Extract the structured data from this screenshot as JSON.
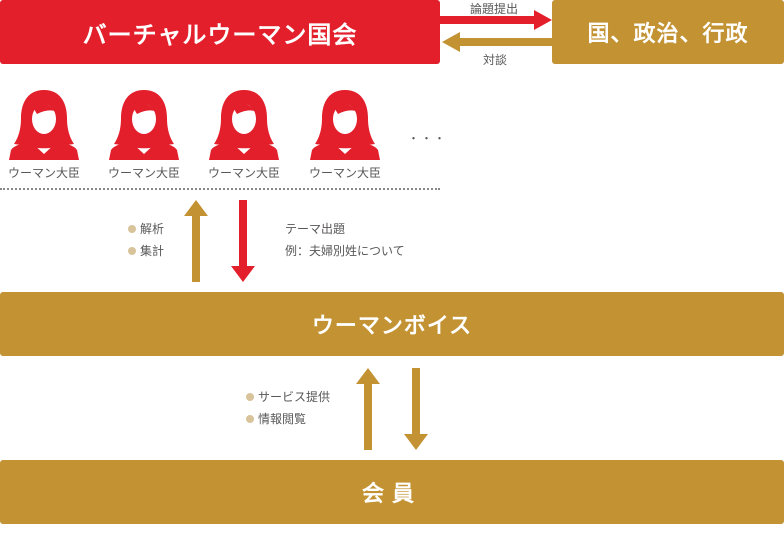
{
  "top": {
    "parliament_label": "バーチャルウーマン国会",
    "gov_label": "国、政治、行政",
    "submit_label": "論題提出",
    "dialogue_label": "対談"
  },
  "ministers": {
    "items": [
      {
        "label": "ウーマン大臣"
      },
      {
        "label": "ウーマン大臣"
      },
      {
        "label": "ウーマン大臣"
      },
      {
        "label": "ウーマン大臣"
      }
    ],
    "ellipsis": "・・・"
  },
  "middle": {
    "up_items": [
      "解析",
      "集計"
    ],
    "down_items": [
      "テーマ出題",
      "例：夫婦別姓について"
    ]
  },
  "voice": {
    "label": "ウーマンボイス"
  },
  "lower": {
    "up_items": [
      "サービス提供",
      "情報閲覧"
    ]
  },
  "members": {
    "label": "会員"
  },
  "colors": {
    "red": "#e31f2c",
    "gold": "#c39233",
    "text": "#595757",
    "dot": "#d9c39a"
  }
}
